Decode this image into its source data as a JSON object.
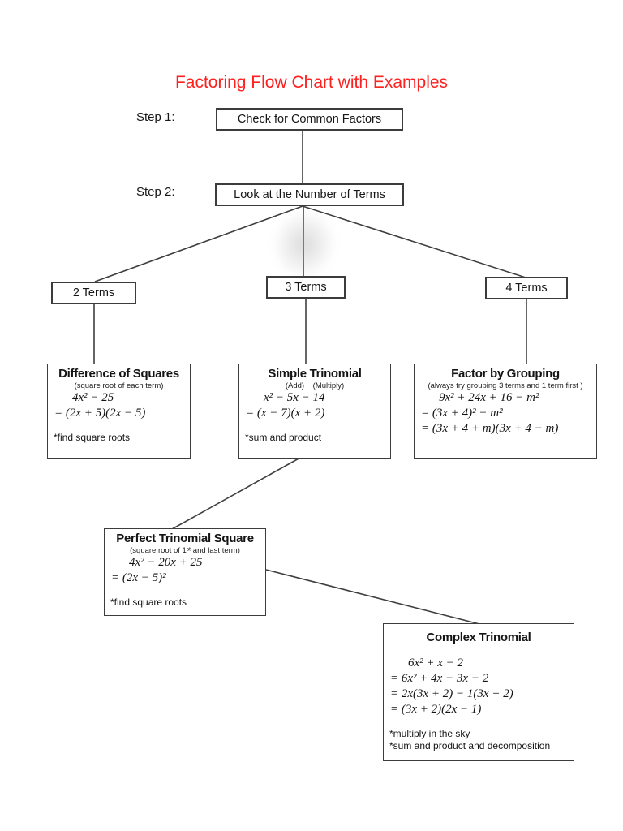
{
  "title": {
    "text": "Factoring Flow Chart with Examples",
    "color": "#ff2020"
  },
  "steps": [
    {
      "label": "Step 1:",
      "box_text": "Check for Common Factors"
    },
    {
      "label": "Step 2:",
      "box_text": "Look at the Number of Terms"
    }
  ],
  "branches": [
    {
      "label": "2 Terms"
    },
    {
      "label": "3 Terms"
    },
    {
      "label": "4 Terms"
    }
  ],
  "methods": [
    {
      "title": "Difference of Squares",
      "subtitle": "(square root of each term)",
      "math": [
        "4x² − 25",
        "= (2x + 5)(2x − 5)"
      ],
      "notes": [
        "*find square roots"
      ]
    },
    {
      "title": "Simple Trinomial",
      "subtitle": "(Add)    (Multiply)",
      "math": [
        "x² − 5x − 14",
        "= (x − 7)(x + 2)"
      ],
      "notes": [
        "*sum and product"
      ]
    },
    {
      "title": "Factor by Grouping",
      "subtitle": "(always try grouping 3 terms and 1 term first )",
      "math": [
        "9x² + 24x + 16 − m²",
        "= (3x + 4)² − m²",
        "= (3x + 4 + m)(3x + 4 − m)"
      ],
      "notes": []
    },
    {
      "title": "Perfect Trinomial Square",
      "subtitle": "(square root of 1ˢᵗ and last term)",
      "math": [
        "4x² − 20x + 25",
        "= (2x − 5)²"
      ],
      "notes": [
        "*find square roots"
      ]
    },
    {
      "title": "Complex Trinomial",
      "math": [
        "6x² + x − 2",
        "= 6x² + 4x − 3x − 2",
        "= 2x(3x + 2) − 1(3x + 2)",
        "= (3x + 2)(2x − 1)"
      ],
      "notes": [
        "*multiply in the sky",
        "*sum and product and decomposition"
      ]
    }
  ]
}
